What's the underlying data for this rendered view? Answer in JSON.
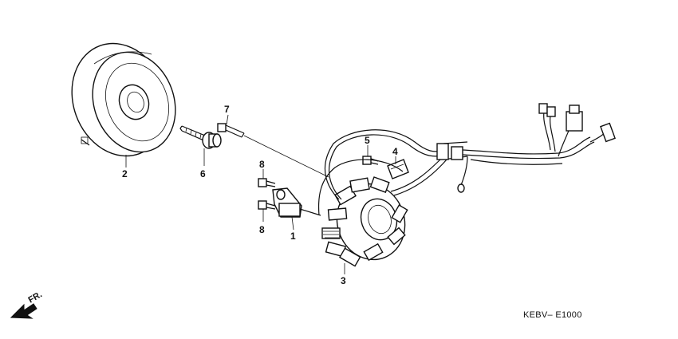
{
  "diagram": {
    "code": "KEBV– E1000",
    "direction_label": "FR.",
    "callouts": [
      {
        "id": "flywheel",
        "number": "2"
      },
      {
        "id": "flange-bolt",
        "number": "6"
      },
      {
        "id": "pin-bolt",
        "number": "7"
      },
      {
        "id": "stator",
        "number": "3"
      },
      {
        "id": "pulser-generator",
        "number": "1"
      },
      {
        "id": "screw-5",
        "number": "5"
      },
      {
        "id": "wire-clamp",
        "number": "4"
      },
      {
        "id": "screw-8-upper",
        "number": "8"
      },
      {
        "id": "screw-8-lower",
        "number": "8"
      }
    ]
  }
}
